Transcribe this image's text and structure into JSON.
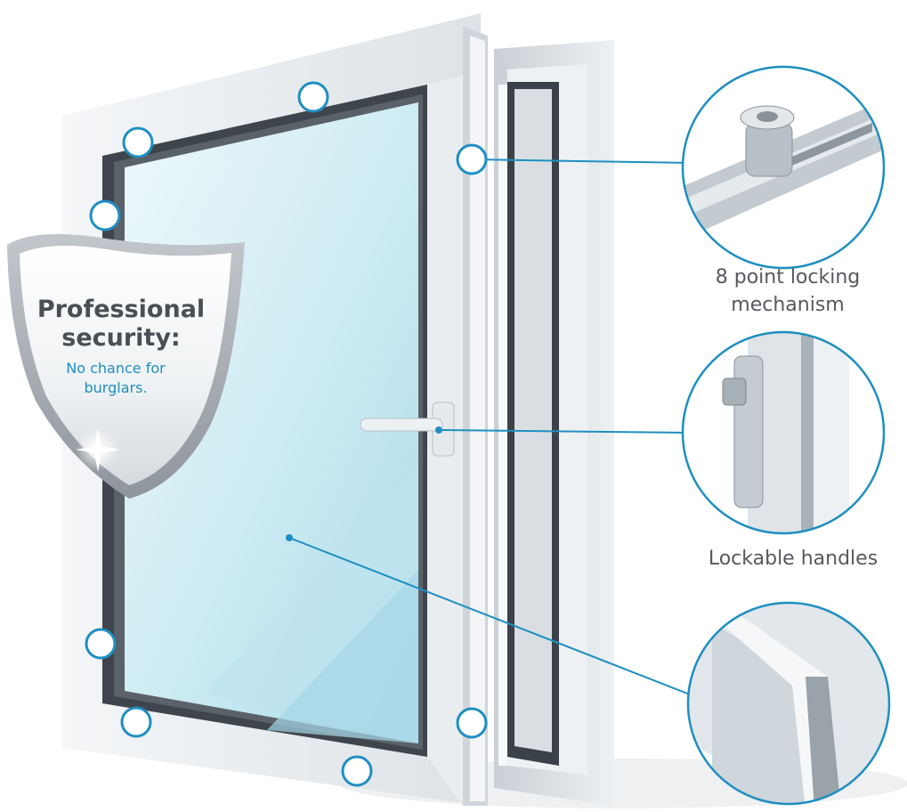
{
  "shield": {
    "title_line1": "Professional",
    "title_line2": "security:",
    "subtitle_line1": "No chance for",
    "subtitle_line2": "burglars."
  },
  "callouts": [
    {
      "line1": "8 point locking",
      "line2": "mechanism",
      "icon": "locking-bolt-detail"
    },
    {
      "line1": "Lockable handles",
      "icon": "window-handle-detail"
    },
    {
      "icon": "glass-pane-detail"
    }
  ],
  "colors": {
    "accent": "#1e8fc0",
    "shield_text": "#1e8fc0",
    "shield_title": "#4a4f55",
    "caption": "#555a5f"
  }
}
